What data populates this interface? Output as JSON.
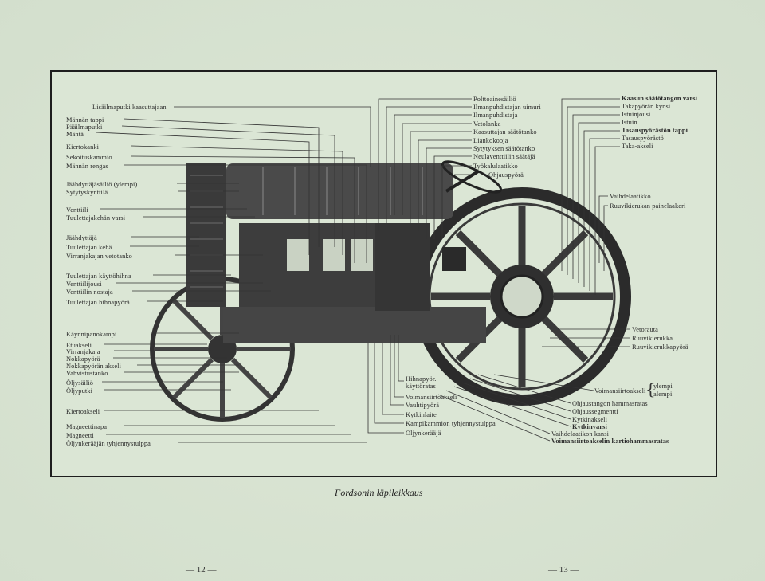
{
  "left_labels": [
    "Lisäilmaputki kaasuttajaan",
    "Männän tappi",
    "Pääilmaputki",
    "Mäntä",
    "Kiertokanki",
    "Sekoituskammio",
    "Männän rengas",
    "Jäähdyttäjäsäiliö (ylempi)",
    "Sytytyskynttilä",
    "Venttiili",
    "Tuulettajakehän varsi",
    "Jäähdyttäjä",
    "Tuulettajan kehä",
    "Virranjakajan vetotanko",
    "Tuulettajan käyttöhihna",
    "Venttiilijousi",
    "Venttiilin nostaja",
    "Tuulettajan hihnapyörä",
    "Käynnipanokampi",
    "Etuakseli",
    "Virranjakaja",
    "Nokkapyörä",
    "Nokkapyörän akseli",
    "Vahvistustanko",
    "Öljysäiliö",
    "Öljyputki",
    "Kiertoakseli",
    "Magneettinapa",
    "Magneetti",
    "Öljynkerääjän tyhjennystulppa"
  ],
  "center_top_labels": [
    "Polttoainesäiliö",
    "Ilmanpuhdistajan uimuri",
    "Ilmanpuhdistaja",
    "Vetolanka",
    "Kaasuttajan säätötanko",
    "Liankokooja",
    "Sytytyksen säätötanko",
    "Neulaventtiilin säätäjä",
    "Työkalulaatikko",
    "Ohjauspyörä"
  ],
  "right_top_labels": [
    "Kaasun säätötangon varsi",
    "Takapyörän kynsi",
    "Istuinjousi",
    "Istuin",
    "Tasauspyörästön tappi",
    "Tasauspyörästö",
    "Taka-akseli"
  ],
  "right_mid_labels": [
    "Vaihdelaatikko",
    "Ruuvikierukan painelaakeri"
  ],
  "right_lower_labels": [
    "Vetorauta",
    "Ruuvikierukka",
    "Ruuvikierukkapyörä"
  ],
  "voimansiirto": {
    "label": "Voimansiirtoakseli",
    "upper": "ylempi",
    "lower": "alempi"
  },
  "center_bottom_labels": [
    "Hihnapyör. käyttöratas",
    "Voimansiirtoakseli",
    "Vauhtipyörä",
    "Kytkinlaite",
    "Kampikammion tyhjennystulppa",
    "Öljynkerääjä"
  ],
  "right_bottom_labels": [
    "Ohjaustangon hammasratas",
    "Ohjaussegmentti",
    "Kytkinakseli",
    "Kytkinvarsi",
    "Vaihdelaatikon kansi",
    "Voimansiirtoakselin kartiohammasratas"
  ],
  "caption": "Fordsonin läpileikkaus",
  "page_left": "— 12 —",
  "page_right": "— 13 —"
}
